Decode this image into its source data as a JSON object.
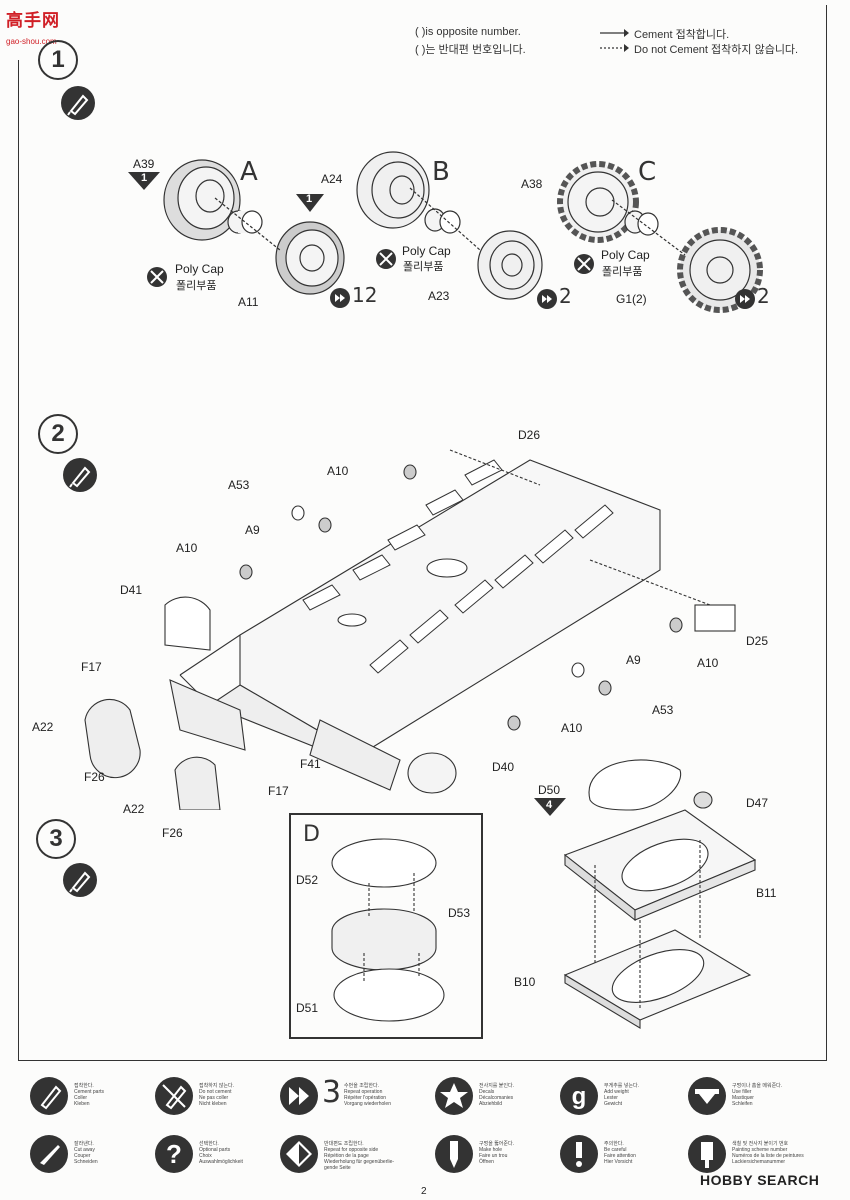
{
  "header": {
    "opposite_number_en": "( )is opposite number.",
    "opposite_number_ko": "( )는 반대편 번호입니다.",
    "cement_ko": "Cement 접착합니다.",
    "no_cement": "Do not Cement 접착하지 않습니다."
  },
  "watermark_top": {
    "brand": "高手网",
    "url": "gao-shou.com"
  },
  "steps": [
    {
      "number": "1"
    },
    {
      "number": "2"
    },
    {
      "number": "3"
    }
  ],
  "step1": {
    "sub_a": "A",
    "sub_b": "B",
    "sub_c": "C",
    "a39": "A39",
    "a39_flag": "1",
    "a11": "A11",
    "a11_flag": "1",
    "a24": "A24",
    "a23": "A23",
    "a38": "A38",
    "g1": "G1(2)",
    "poly_cap_en": "Poly Cap",
    "poly_cap_ko": "폴리부품",
    "qty_a": "12",
    "qty_b": "2",
    "qty_c": "2"
  },
  "step2": {
    "d26": "D26",
    "a10": "A10",
    "a53": "A53",
    "a9": "A9",
    "d41": "D41",
    "d25": "D25",
    "f17": "F17",
    "a22": "A22",
    "f26": "F26",
    "f41": "F41",
    "d40": "D40"
  },
  "step3": {
    "box_label": "D",
    "d52": "D52",
    "d53": "D53",
    "d51": "D51",
    "d50": "D50",
    "d50_flag": "4",
    "d47": "D47",
    "b11": "B11",
    "b10": "B10"
  },
  "legend": [
    {
      "icon": "cement-icon",
      "text": "접착한다.\nCement parts\nColler\nKleben"
    },
    {
      "icon": "no-cement-icon",
      "text": "접착하지 않는다.\nDo not cement\nNe pas coller\nNicht kleben"
    },
    {
      "icon": "repeat-icon",
      "num": "3",
      "text": "수번을 조립한다.\nRepeat operation\nRépéter l'opération\nVorgang wiederholen"
    },
    {
      "icon": "star-icon",
      "text": "전사지를 붙인다.\nDecals\nDécalcomanies\nAbziehbild"
    },
    {
      "icon": "weight-icon",
      "text": "무게추를 넣는다.\nAdd weight\nLester\nGewicht"
    },
    {
      "icon": "filler-icon",
      "text": "구멍이나 홈을 메워준다.\nUse filler\nMastiquer\nSchleifen"
    },
    {
      "icon": "cut-icon",
      "text": "잘라낸다.\nCut away\nCouper\nSchneiden"
    },
    {
      "icon": "optional-icon",
      "text": "선택한다.\nOptional parts\nChoix\nAuswahlmöglichkeit"
    },
    {
      "icon": "opposite-icon",
      "text": "반대편도 조립한다.\nRepeat for opposite side\nRépétion de la page\nWiederholung für gegenüberlie-\ngende Seite"
    },
    {
      "icon": "drill-icon",
      "text": "구멍을 뚫어준다.\nMake hole\nFaire un trou\nÖffnen"
    },
    {
      "icon": "careful-icon",
      "text": "주의한다.\nBe careful\nFaire attention\nHier Vorsicht"
    },
    {
      "icon": "paint-icon",
      "text": "색칠 및 전사지 붙이기 번호\nPainting scheme number\nNuméros de la liste de peintures\nLackiersichemanummer"
    }
  ],
  "watermark_bottom": "HOBBY SEARCH",
  "page_number": "2",
  "colors": {
    "ink": "#333333",
    "paper": "#fcfcfb",
    "logo_red": "#d01f26",
    "logo_blue": "#1f4fa0"
  }
}
